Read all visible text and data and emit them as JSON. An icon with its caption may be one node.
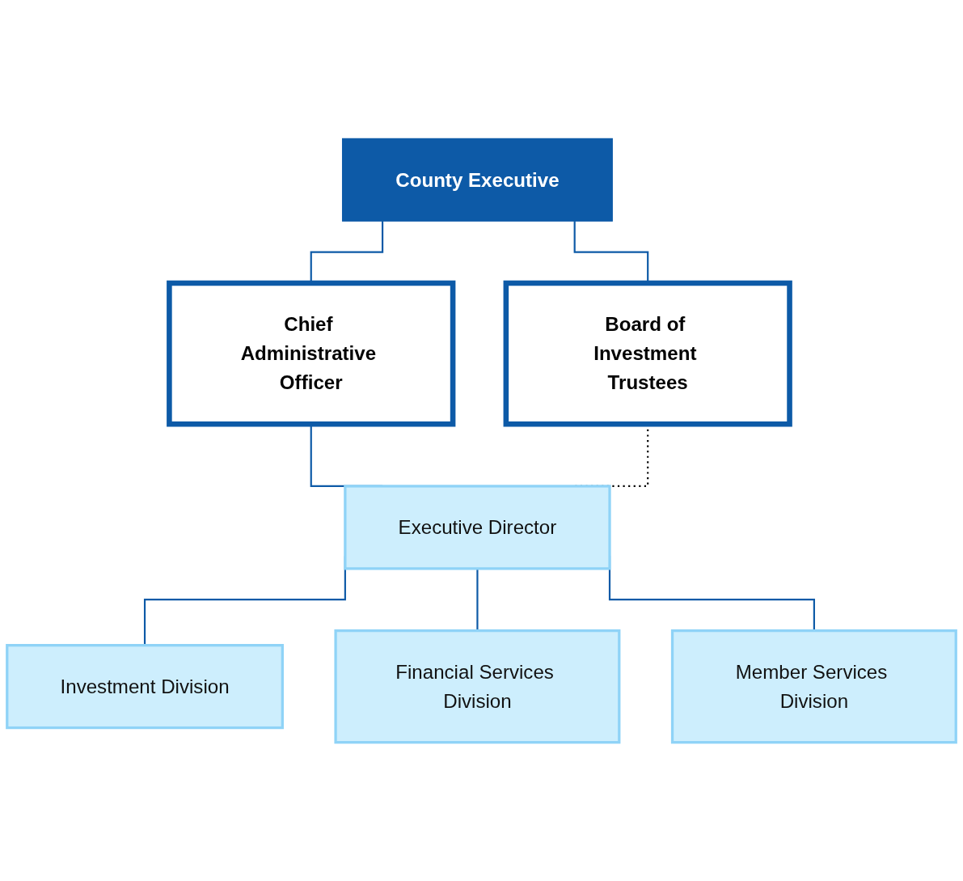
{
  "diagram": {
    "nodes": [
      {
        "text": [
          "County Executive"
        ]
      },
      {
        "text": [
          "Chief Administrative Officer"
        ]
      },
      {
        "text": [
          "Board of Investment Trustees"
        ]
      },
      {
        "text": [
          "Executive Director"
        ]
      },
      {
        "text": [
          "Investment Division"
        ]
      },
      {
        "text": [
          "Financial Services Division"
        ]
      },
      {
        "text": [
          "Member Services Division"
        ]
      }
    ],
    "edges": [
      {
        "from": 0,
        "to": 1,
        "arrow": "none"
      },
      {
        "from": 0,
        "to": 2,
        "arrow": "none"
      },
      {
        "from": 1,
        "to": 3,
        "arrow": "none"
      },
      {
        "from": 2,
        "to": 3,
        "arrow": "none",
        "style": "dashed",
        "color": "#000000"
      },
      {
        "from": 3,
        "to": 4,
        "arrow": "none"
      },
      {
        "from": 3,
        "to": 5,
        "arrow": "none"
      },
      {
        "from": 3,
        "to": 6,
        "arrow": "none"
      }
    ]
  }
}
